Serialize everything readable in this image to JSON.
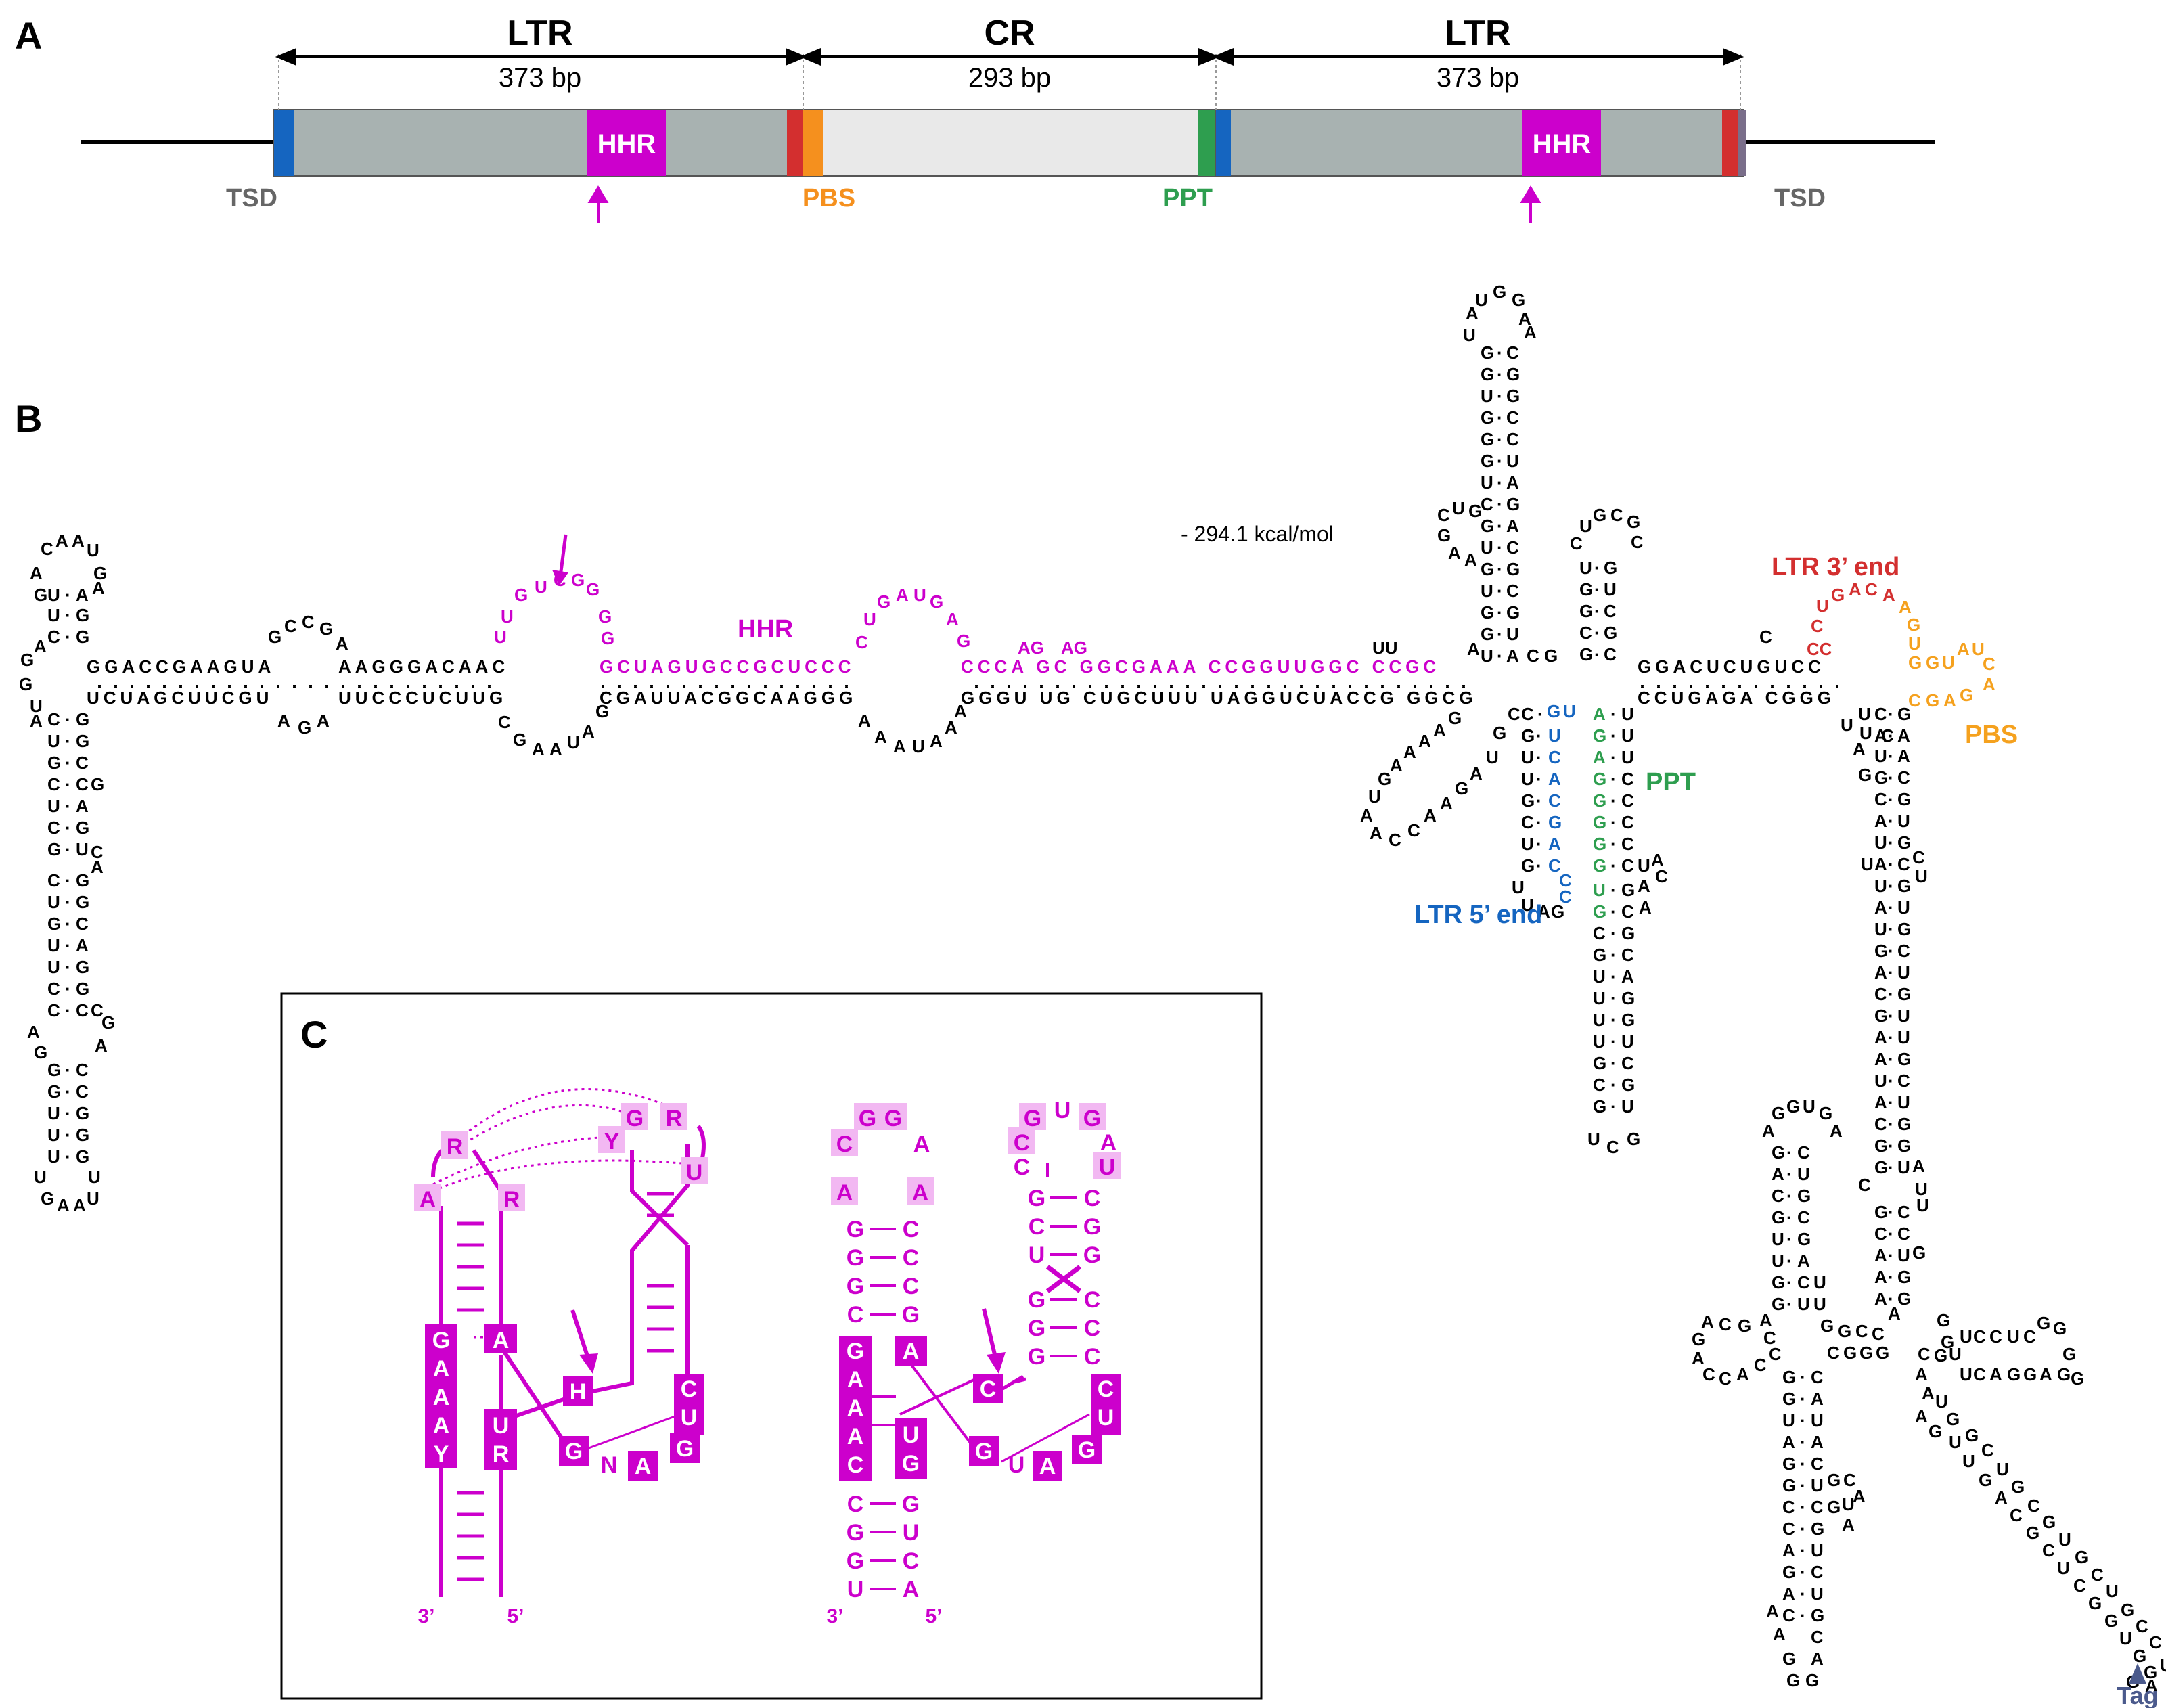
{
  "panel_a": {
    "label": "A",
    "segments": [
      {
        "name": "LTR",
        "length": "373 bp"
      },
      {
        "name": "CR",
        "length": "293 bp"
      },
      {
        "name": "LTR",
        "length": "373 bp"
      }
    ],
    "features": {
      "tsd_left": "TSD",
      "tsd_right": "TSD",
      "hhr_left": "HHR",
      "hhr_right": "HHR",
      "pbs": "PBS",
      "ppt": "PPT"
    },
    "colors": {
      "ltr": "#a8b2b1",
      "cr": "#e9e9e9",
      "hhr": "#cc00cc",
      "tsd_blue": "#1565c0",
      "end_red": "#d32f2f",
      "pbs_orange": "#f5901e",
      "ppt_green": "#2e9e4f"
    }
  },
  "panel_b": {
    "label": "B",
    "energy": "- 294.1 kcal/mol",
    "labels": {
      "hhr": "HHR",
      "ltr3": "LTR 3’ end",
      "ltr5": "LTR 5’ end",
      "pbs": "PBS",
      "ppt": "PPT",
      "tag": "Tag"
    },
    "sequence_rows": {
      "helix1_top": "GGACCGAAGUA",
      "helix1_bottom": "UCUAGCUUCGU",
      "helix2_top": "AAGGGACAAC",
      "helix2_bottom": "UUCCCUCUUG",
      "hhr_top": "GCUAGUGCCGCUCCC",
      "hhr_bottom": "CGAUUACGGCAAGGG",
      "mid_top": "CCCA GC GGCGAAA CCGGUUGGC CCGC",
      "mid_bottom": "GGGU UG CUGCUUU UAGGUCUACCG GGCG",
      "right_top": "GGACUCUGUCC",
      "right_bottom": "CCUGAGA CGGG",
      "loop_hhr": "GUCGG",
      "loop_mid": "UGAUGA",
      "top_stem": "AUGGUGGUGGGUCCUGGAAUGGUG",
      "left_stem": "CAAUGUAGCUGGUCUUGGGUCGCUGGUAGUUUGG"
    },
    "colors": {
      "black": "#000000",
      "magenta": "#cc00cc",
      "red": "#d32f2f",
      "orange": "#f5a11e",
      "blue": "#1565c0",
      "green": "#2e9e4f",
      "tag": "#4b5a8c"
    }
  },
  "panel_c": {
    "label": "C",
    "left_motif": {
      "loop_letters": [
        "R",
        "A",
        "R",
        "G",
        "Y",
        "R",
        "U"
      ],
      "box_left": [
        "G",
        "A",
        "A",
        "A",
        "Y"
      ],
      "box_mid": [
        "A",
        "U",
        "R"
      ],
      "cleave": "H",
      "bottom": [
        "G",
        "N",
        "A",
        "G"
      ],
      "box_right": [
        "C",
        "U"
      ],
      "ends": [
        "3’",
        "5’"
      ]
    },
    "right_motif": {
      "loop1": [
        "C",
        "G",
        "G",
        "A",
        "A",
        "A"
      ],
      "stem1_left": [
        "G",
        "G",
        "G",
        "C"
      ],
      "stem1_right": [
        "C",
        "C",
        "C",
        "G"
      ],
      "box_left": [
        "G",
        "A",
        "A",
        "A",
        "C"
      ],
      "box_mid": [
        "A",
        "U",
        "G"
      ],
      "lower_left": [
        "C",
        "G",
        "G",
        "U"
      ],
      "lower_right": [
        "G",
        "U",
        "C",
        "A"
      ],
      "loop2": [
        "G",
        "U",
        "G",
        "C",
        "C",
        "A",
        "U"
      ],
      "stem2_left": [
        "G",
        "C",
        "U"
      ],
      "stem2_right": [
        "C",
        "G",
        "G"
      ],
      "stem2b_left": [
        "G",
        "G",
        "G"
      ],
      "stem2b_right": [
        "C",
        "C",
        "C"
      ],
      "cleave": "C",
      "bottom": [
        "G",
        "U",
        "A",
        "G"
      ],
      "box_right": [
        "C",
        "U"
      ],
      "ends": [
        "3’",
        "5’"
      ]
    }
  }
}
